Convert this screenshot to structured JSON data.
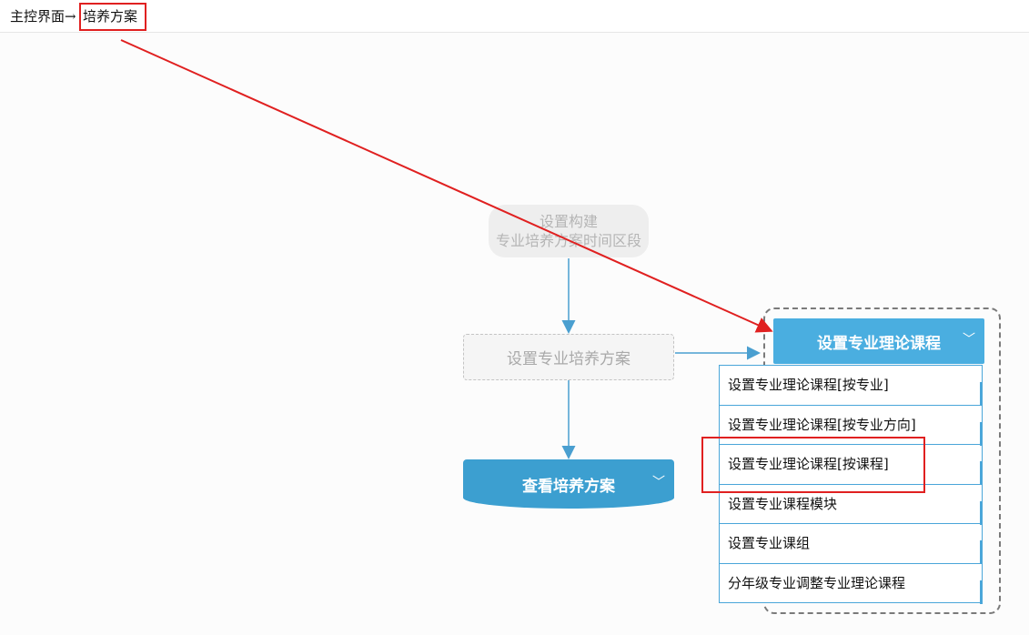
{
  "breadcrumb": {
    "root": "主控界面→",
    "current": "培养方案"
  },
  "flow": {
    "time_node": {
      "line1": "设置构建",
      "line2": "专业培养方案时间区段"
    },
    "plan_node": "设置专业培养方案",
    "view_node": "查看培养方案",
    "theory_header": "设置专业理论课程",
    "menu_items": [
      "设置专业理论课程[按专业]",
      "设置专业理论课程[按专业方向]",
      "设置专业理论课程[按课程]",
      "设置专业课程模块",
      "设置专业课组",
      "分年级专业调整专业理论课程"
    ]
  },
  "icons": {
    "dropdown": "chevron-down-icon",
    "annotation": "red-arrow"
  },
  "colors": {
    "accent_blue": "#4aaee0",
    "view_blue": "#3c9fd0",
    "highlight_red": "#e02020",
    "connector_blue": "#4a9fd0"
  }
}
